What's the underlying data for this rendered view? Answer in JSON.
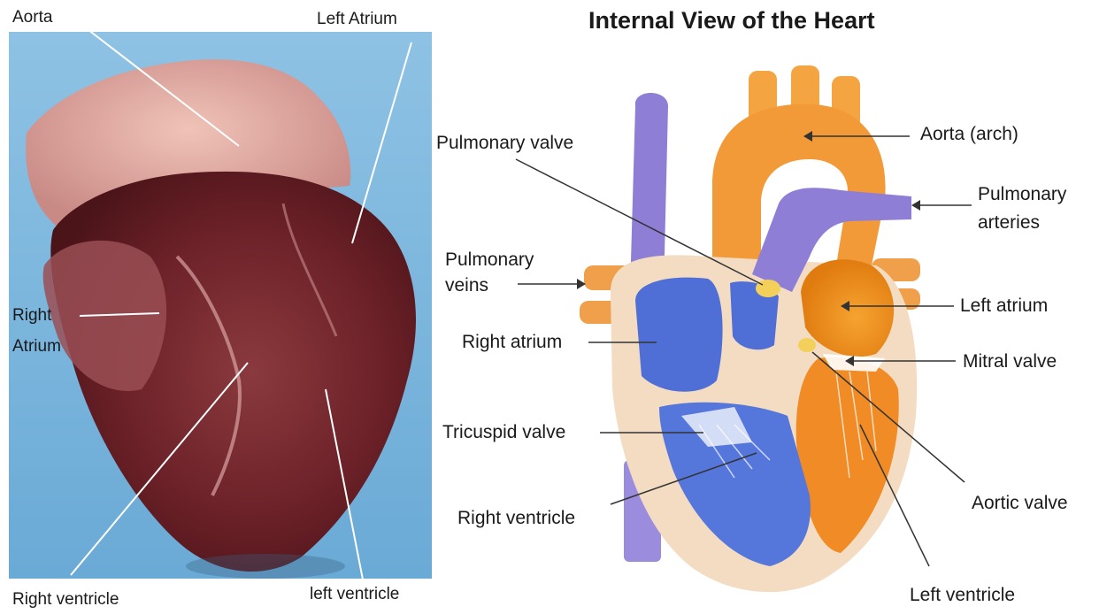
{
  "photo_labels": {
    "aorta": "Aorta",
    "left_atrium": "Left Atrium",
    "right_atrium_line1": "Right",
    "right_atrium_line2": "Atrium",
    "right_ventricle": "Right ventricle",
    "left_ventricle": "left ventricle"
  },
  "diagram": {
    "title": "Internal View of the Heart",
    "labels": {
      "pulmonary_valve": "Pulmonary valve",
      "aorta_arch": "Aorta (arch)",
      "pulmonary_arteries_line1": "Pulmonary",
      "pulmonary_arteries_line2": "arteries",
      "pulmonary_veins_line1": "Pulmonary",
      "pulmonary_veins_line2": "veins",
      "left_atrium": "Left atrium",
      "right_atrium": "Right atrium",
      "mitral_valve": "Mitral valve",
      "tricuspid_valve": "Tricuspid valve",
      "aortic_valve": "Aortic valve",
      "right_ventricle": "Right ventricle",
      "left_ventricle": "Left ventricle"
    }
  },
  "colors": {
    "photo_bg": "#7fb8de",
    "vein_purple": "#8e7ed6",
    "chamber_blue": "#4f6fd6",
    "artery_orange": "#f09530",
    "wall_beige": "#f3dcc2",
    "valve_yellow": "#f3d05a"
  }
}
